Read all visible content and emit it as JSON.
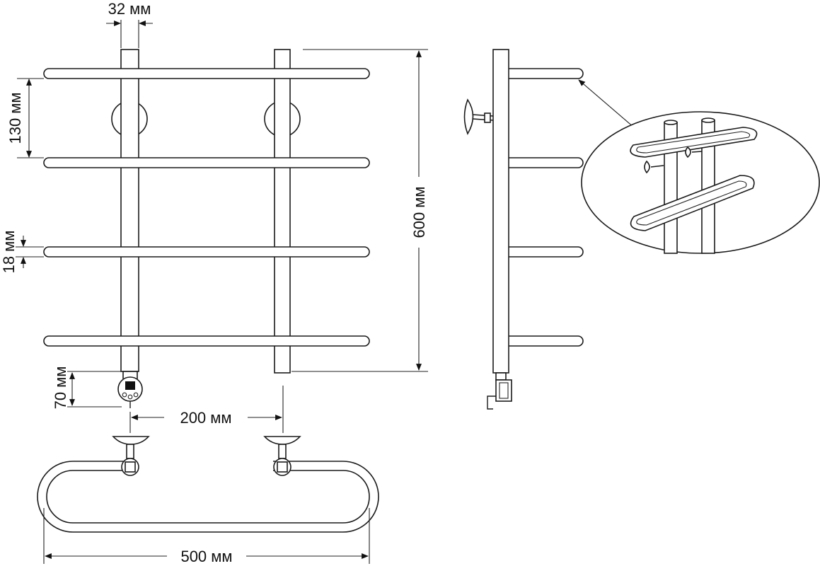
{
  "dimensions": {
    "pipe_diameter": "32 мм",
    "bar_spacing": "130 мм",
    "bar_diameter": "18 мм",
    "total_height": "600 мм",
    "connection_offset": "70 мм",
    "post_spacing": "200 мм",
    "total_width": "500 мм"
  },
  "colors": {
    "line": "#1a1a1a",
    "background": "#ffffff"
  }
}
